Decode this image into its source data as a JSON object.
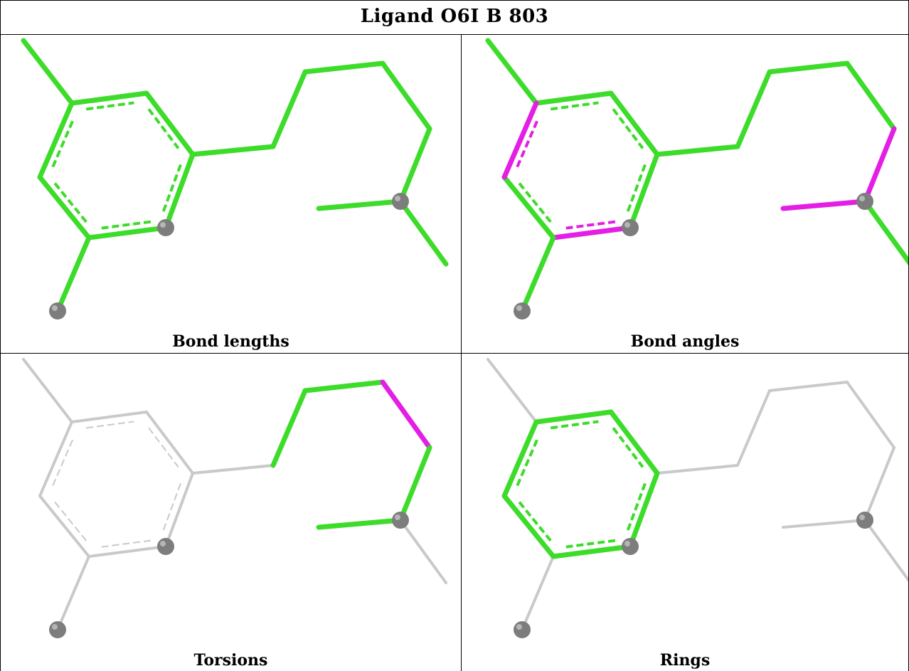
{
  "title": "Ligand O6I B 803",
  "colors": {
    "green": "#3ddc2a",
    "magenta": "#e41ee4",
    "grey": "#c9c9c9",
    "atom": "#7d7d7d"
  },
  "panels": [
    {
      "caption": "Bond lengths",
      "highlight": [],
      "rest": "green",
      "ring": "green"
    },
    {
      "caption": "Bond angles",
      "highlight": [
        [
          3,
          4
        ],
        [
          10,
          11
        ],
        [
          11,
          12
        ],
        [
          0,
          5
        ]
      ],
      "rest": "green",
      "ring": "green"
    },
    {
      "caption": "Torsions",
      "highlight": [
        [
          9,
          10
        ]
      ],
      "rest": "grey",
      "ring": "grey",
      "greenBonds": [
        [
          3,
          7
        ],
        [
          7,
          8
        ],
        [
          8,
          9
        ],
        [
          10,
          11
        ],
        [
          11,
          12
        ]
      ]
    },
    {
      "caption": "Rings",
      "highlight": [],
      "rest": "grey",
      "ring": "green"
    }
  ]
}
